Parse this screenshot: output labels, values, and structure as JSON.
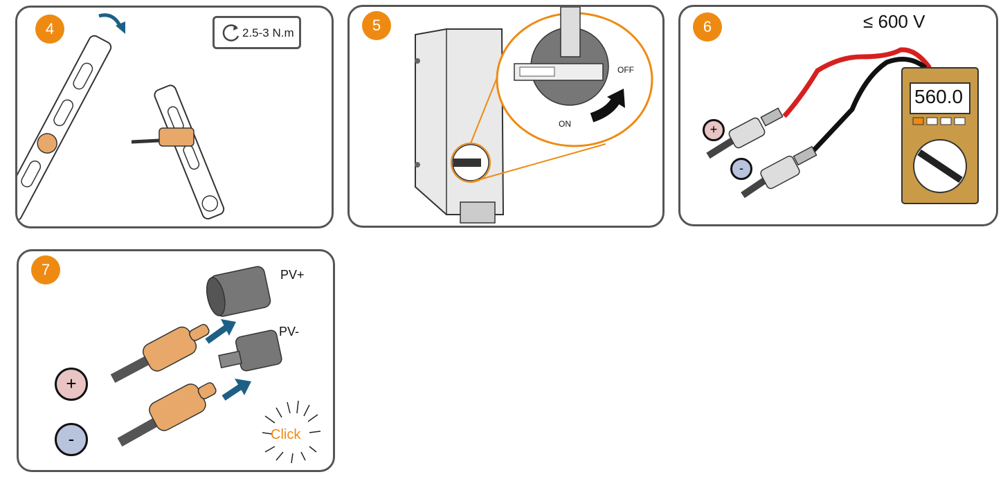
{
  "steps": [
    {
      "number": "4",
      "torque": "2.5-3 N.m"
    },
    {
      "number": "5",
      "switch_off_label": "OFF",
      "switch_on_label": "ON"
    },
    {
      "number": "6",
      "voltage_limit": "≤ 600 V",
      "meter_reading": "560.0",
      "plus_symbol": "+",
      "minus_symbol": "-"
    },
    {
      "number": "7",
      "pv_plus_label": "PV+",
      "pv_minus_label": "PV-",
      "click_label": "Click",
      "plus_symbol": "+",
      "minus_symbol": "-"
    }
  ],
  "colors": {
    "accent": "#ee8a12",
    "border": "#555555",
    "arrow": "#1e5f86",
    "meter_body": "#c99a47",
    "positive": "#e8c4c4",
    "negative": "#b8c4dc",
    "connector": "#e8a869"
  }
}
